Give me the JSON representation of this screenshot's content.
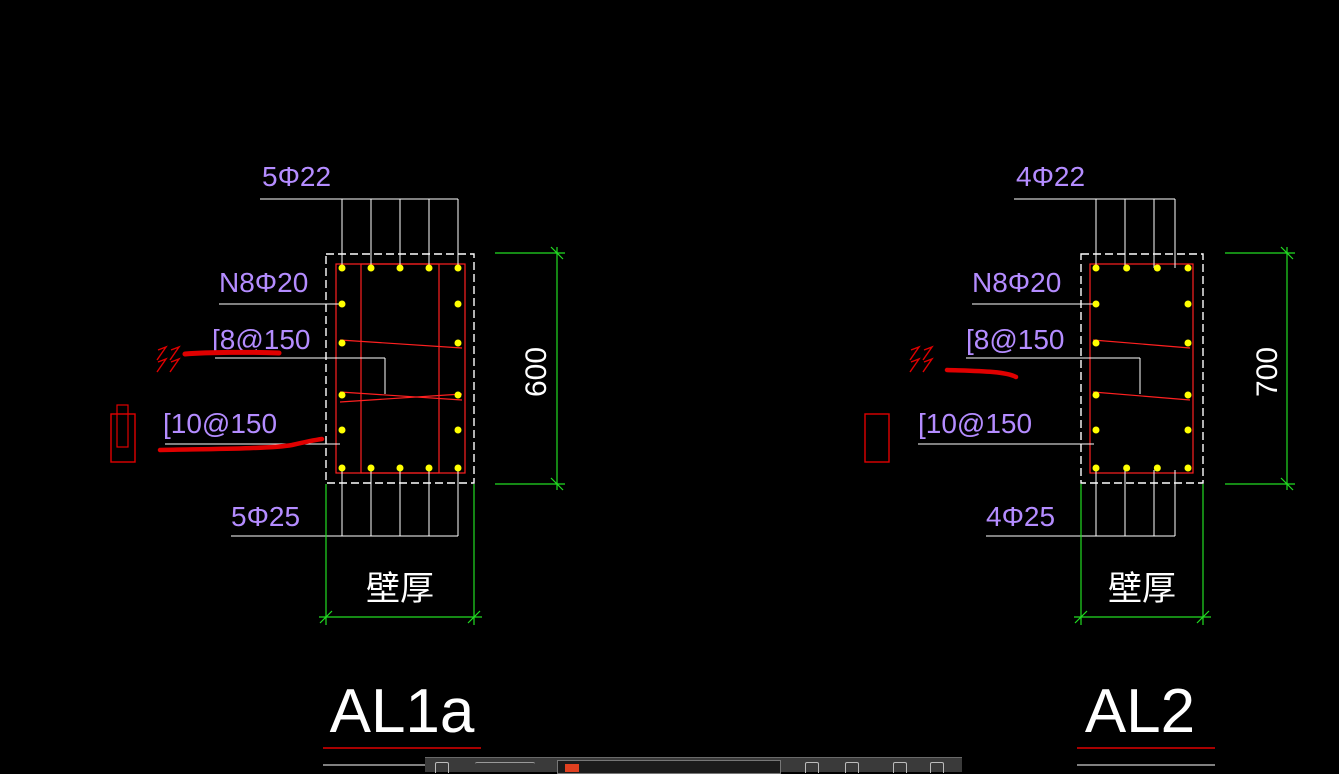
{
  "colors": {
    "background": "#000000",
    "outline_white": "#ffffff",
    "leader_lines": "#ffffff",
    "rebar_red": "#ff2020",
    "rebar_dots": "#ffff00",
    "dimension_green": "#22dd22",
    "label_purple": "#b48cff",
    "markup_red": "#e00000"
  },
  "sections": [
    {
      "id": "AL1a",
      "title": "AL1a",
      "top_bars": "5Φ22",
      "side_bars": "N8Φ20",
      "stirrup_inner": "[8@150",
      "stirrup_outer": "[10@150",
      "bottom_bars": "5Φ25",
      "height_dim": "600",
      "width_label": "壁厚",
      "top_bar_count": 5,
      "bottom_bar_count": 5
    },
    {
      "id": "AL2",
      "title": "AL2",
      "top_bars": "4Φ22",
      "side_bars": "N8Φ20",
      "stirrup_inner": "[8@150",
      "stirrup_outer": "[10@150",
      "bottom_bars": "4Φ25",
      "height_dim": "700",
      "width_label": "壁厚",
      "top_bar_count": 4,
      "bottom_bar_count": 4
    }
  ],
  "toolbar": {
    "icons": [
      "layer-icon",
      "properties-icon",
      "match-icon",
      "copy-icon",
      "paste-icon"
    ]
  }
}
